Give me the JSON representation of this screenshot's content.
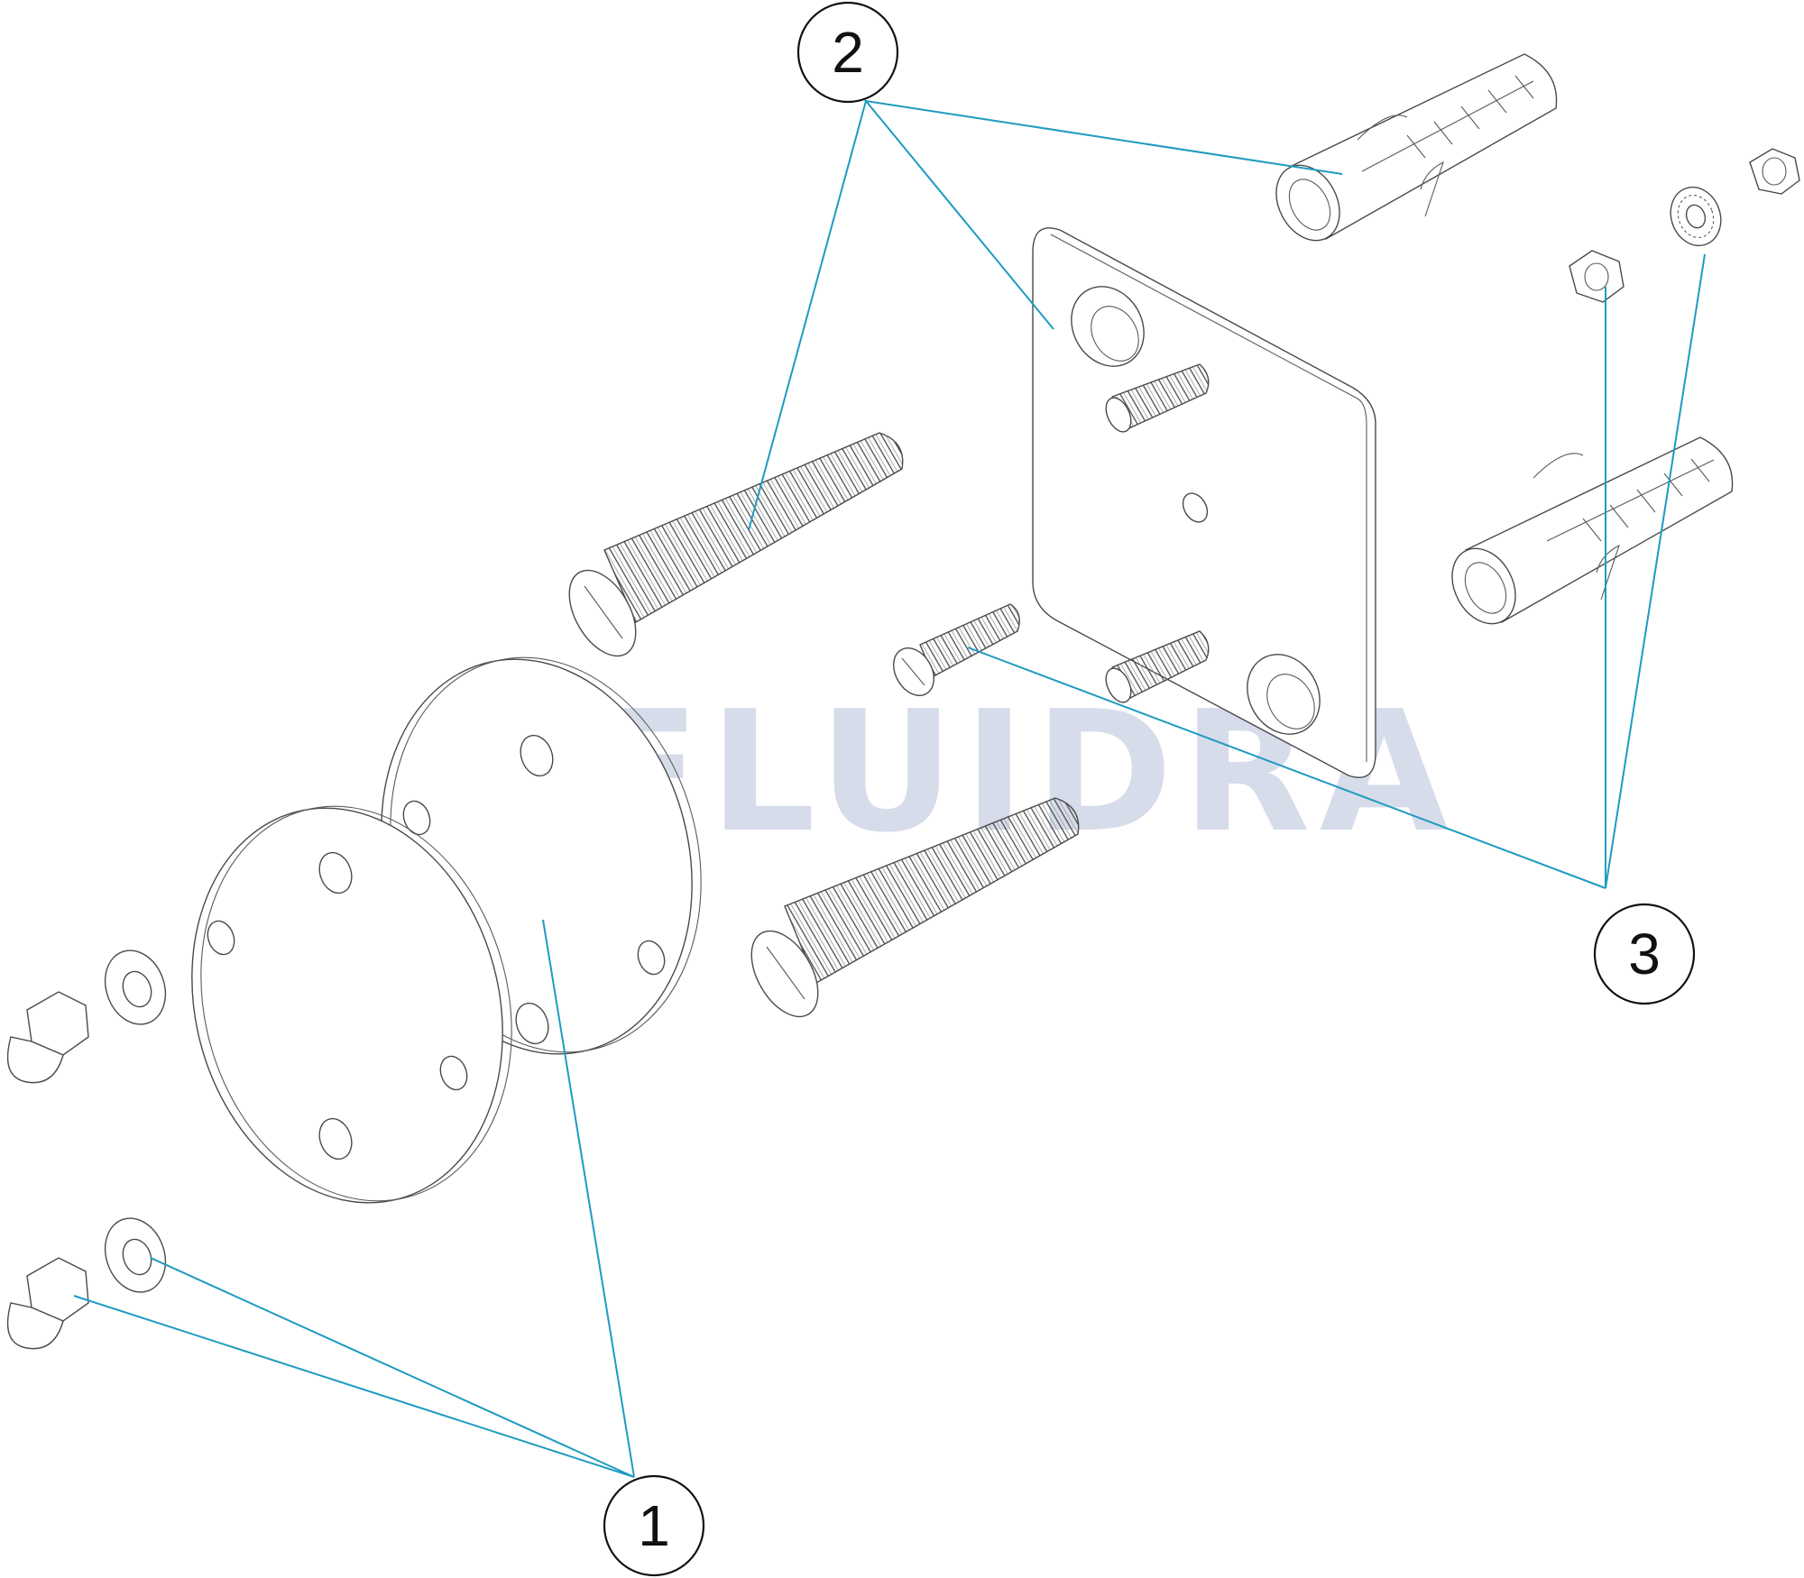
{
  "watermark": "FLUIDRA",
  "callouts": [
    {
      "id": "1",
      "label": "1"
    },
    {
      "id": "2",
      "label": "2"
    },
    {
      "id": "3",
      "label": "3"
    }
  ],
  "colors": {
    "leader": "#1e9bc0",
    "outline": "#4a4a4a",
    "watermark": "#d7dcea",
    "background": "#ffffff"
  }
}
